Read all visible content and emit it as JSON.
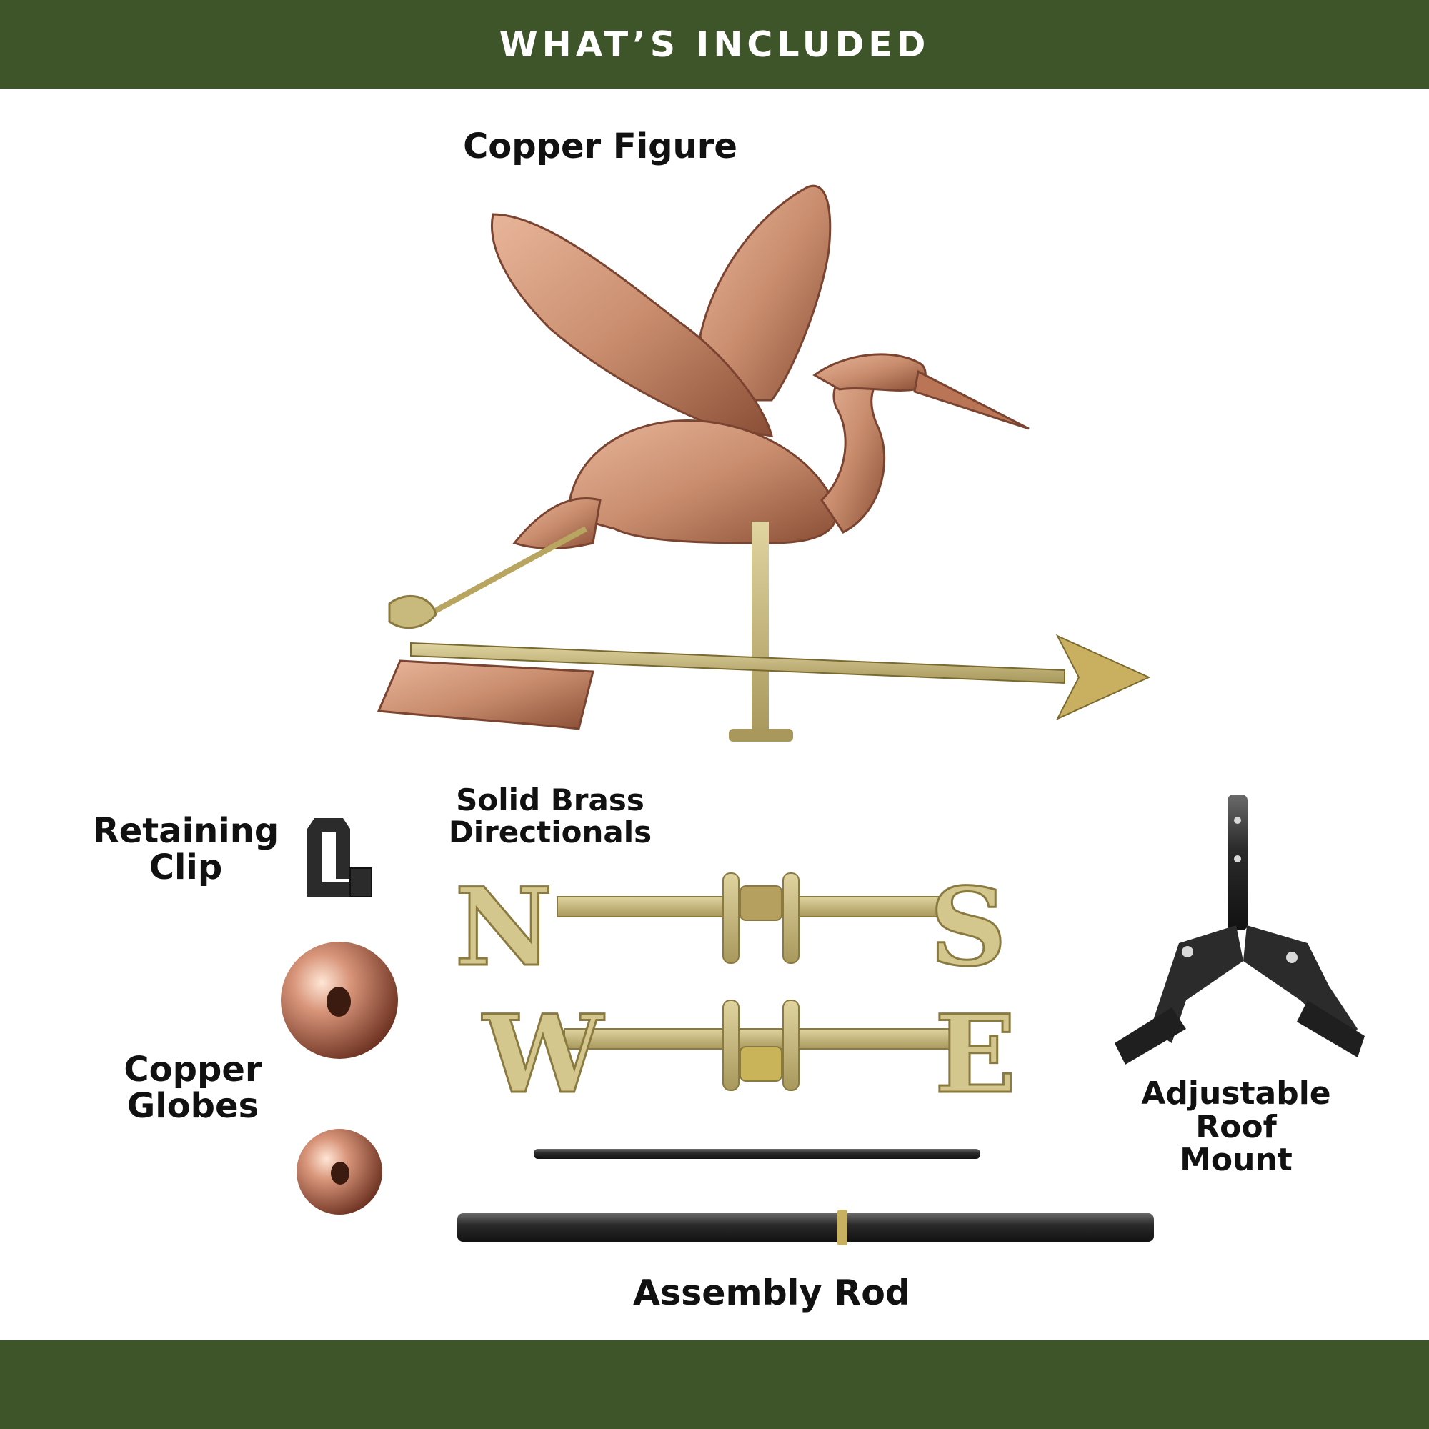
{
  "header": {
    "title": "WHAT’S INCLUDED"
  },
  "labels": {
    "copper_figure": "Copper Figure",
    "solid_brass_directionals": "Solid Brass\nDirectionals",
    "retaining_clip": "Retaining\nClip",
    "copper_globes": "Copper\nGlobes",
    "adjustable_roof_mount": "Adjustable\nRoof\nMount",
    "assembly_rod": "Assembly Rod"
  },
  "directional_letters": {
    "north": "N",
    "south": "S",
    "west": "W",
    "east": "E"
  },
  "colors": {
    "banner": "#3e5429",
    "copper": "#c98d6e",
    "brass": "#c8b97c",
    "black_metal": "#2b2b2b"
  }
}
